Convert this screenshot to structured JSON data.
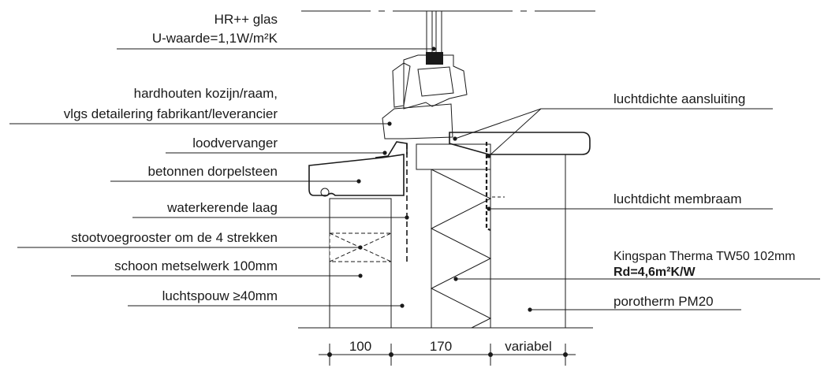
{
  "labels_left": {
    "glass_line1": "HR++ glas",
    "glass_line2": "U-waarde=1,1W/m²K",
    "frame_line1": "hardhouten kozijn/raam,",
    "frame_line2": "vlgs detailering fabrikant/leverancier",
    "lead_substitute": "loodvervanger",
    "concrete_sill": "betonnen dorpelsteen",
    "waterproof_layer": "waterkerende laag",
    "vent_grille": "stootvoegrooster om de 4 strekken",
    "brickwork": "schoon metselwerk 100mm",
    "cavity": "luchtspouw ≥40mm"
  },
  "labels_right": {
    "airtight_connection": "luchtdichte aansluiting",
    "airtight_membrane": "luchtdicht membraam",
    "insulation_line1": "Kingspan Therma TW50 102mm",
    "insulation_line2": "Rd=4,6m²K/W",
    "porotherm": "porotherm PM20"
  },
  "dimensions": {
    "d1": "100",
    "d2": "170",
    "d3": "variabel"
  },
  "colors": {
    "ink": "#1a1a1a",
    "sill_fill": "#c8c8c8",
    "background": "#ffffff"
  }
}
